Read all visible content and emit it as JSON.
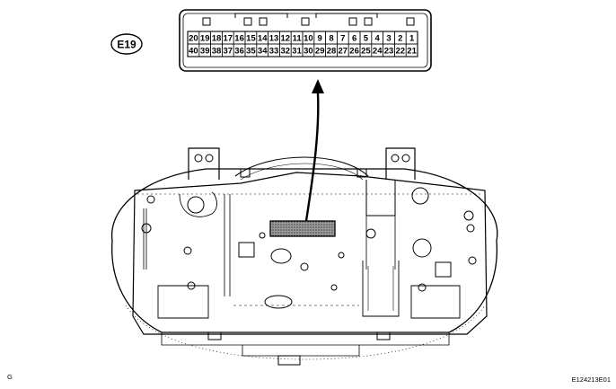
{
  "connector": {
    "id_label": "E19",
    "top_row": [
      "20",
      "19",
      "18",
      "17",
      "16",
      "15",
      "14",
      "13",
      "12",
      "11",
      "10",
      "9",
      "8",
      "7",
      "6",
      "5",
      "4",
      "3",
      "2",
      "1"
    ],
    "bottom_row": [
      "40",
      "39",
      "38",
      "37",
      "36",
      "35",
      "34",
      "33",
      "32",
      "31",
      "30",
      "29",
      "28",
      "27",
      "26",
      "25",
      "24",
      "23",
      "22",
      "21"
    ]
  },
  "footer": {
    "left_mark": "G",
    "figure_code": "E124213E01"
  }
}
